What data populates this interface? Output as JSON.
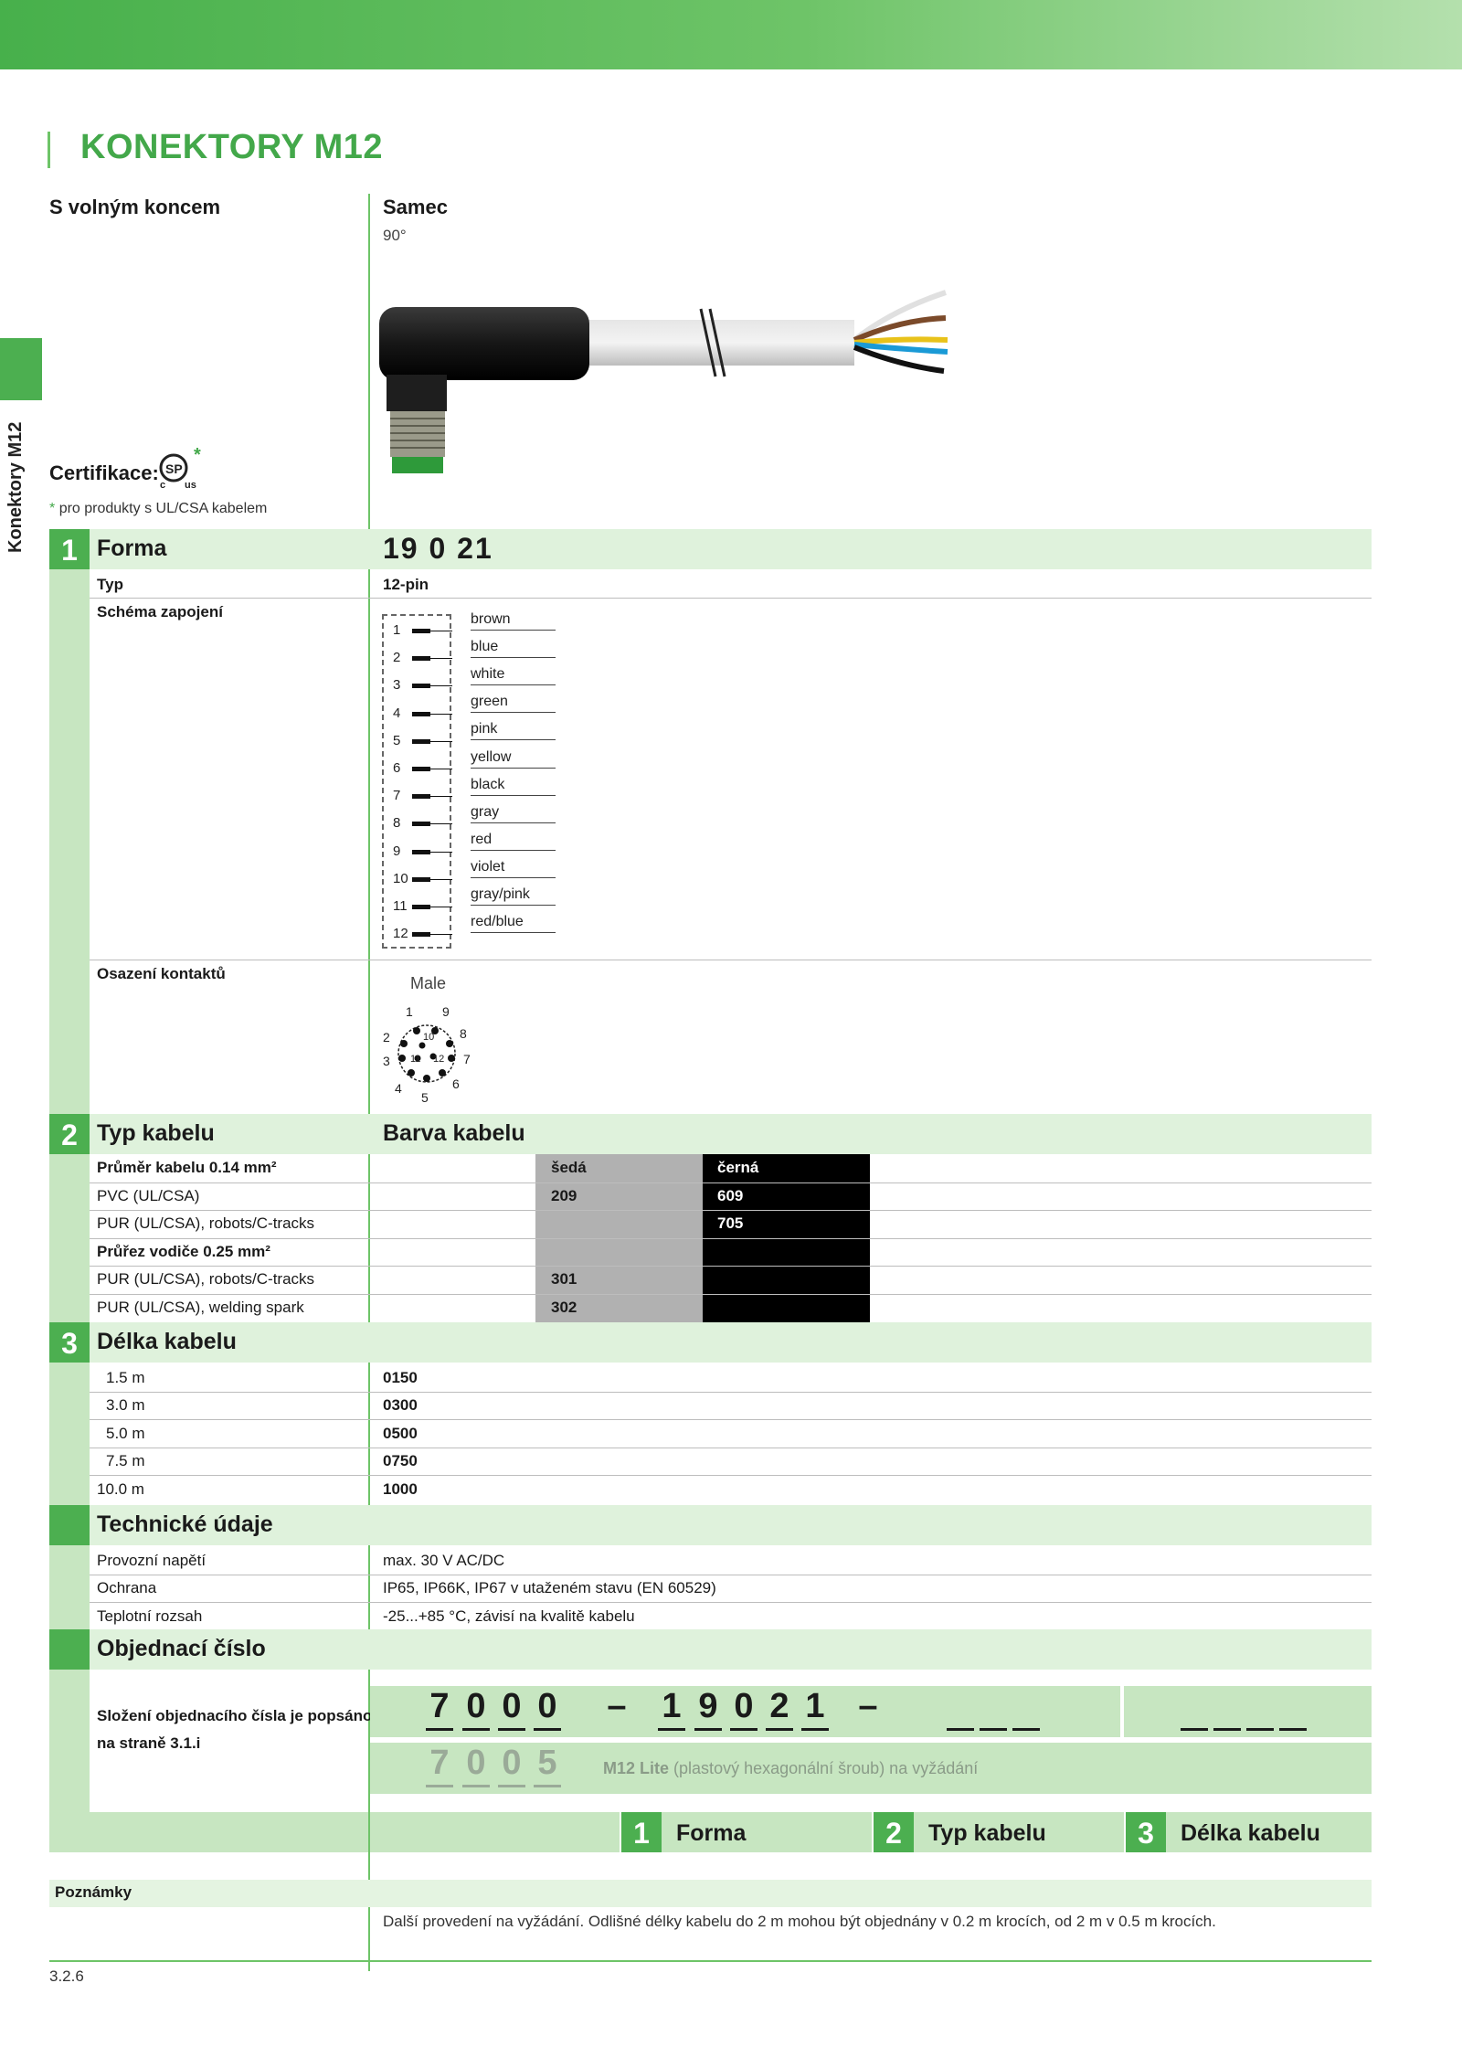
{
  "header": {
    "title": "KONEKTORY M12",
    "side_tab": "Konektory M12"
  },
  "left_col": {
    "subtitle": "S volným koncem",
    "cert_label": "Certifikace:",
    "cert_note": "pro produkty s UL/CSA kabelem",
    "cert_star": "*"
  },
  "product": {
    "gender": "Samec",
    "angle": "90°"
  },
  "section1": {
    "num": "1",
    "title": "Forma",
    "code": "19 0 21",
    "typ_label": "Typ",
    "typ_value": "12-pin",
    "schema_label": "Schéma zapojení",
    "osazeni_label": "Osazení kontaktů",
    "male_label": "Male",
    "pins": [
      "1",
      "2",
      "3",
      "4",
      "5",
      "6",
      "7",
      "8",
      "9",
      "10",
      "11",
      "12"
    ],
    "wires": [
      "brown",
      "blue",
      "white",
      "green",
      "pink",
      "yellow",
      "black",
      "gray",
      "red",
      "violet",
      "gray/pink",
      "red/blue"
    ],
    "face_pins": [
      "1",
      "9",
      "2",
      "8",
      "3",
      "7",
      "4",
      "6",
      "5",
      "10",
      "11",
      "12"
    ]
  },
  "section2": {
    "num": "2",
    "title": "Typ kabelu",
    "color_title": "Barva kabelu",
    "col_grey": "šedá",
    "col_black": "černá",
    "rows": [
      {
        "label": "Průměr kabelu 0.14 mm²",
        "bold": true,
        "grey": "šedá",
        "black": "černá"
      },
      {
        "label": "PVC (UL/CSA)",
        "bold": false,
        "grey": "209",
        "black": "609"
      },
      {
        "label": "PUR (UL/CSA), robots/C-tracks",
        "bold": false,
        "grey": "",
        "black": "705"
      },
      {
        "label": "Průřez vodiče 0.25 mm²",
        "bold": true,
        "grey": "",
        "black": ""
      },
      {
        "label": "PUR (UL/CSA), robots/C-tracks",
        "bold": false,
        "grey": "301",
        "black": ""
      },
      {
        "label": "PUR (UL/CSA), welding spark",
        "bold": false,
        "grey": "302",
        "black": ""
      }
    ]
  },
  "section3": {
    "num": "3",
    "title": "Délka kabelu",
    "rows": [
      {
        "len": "1.5 m",
        "code": "0150"
      },
      {
        "len": "3.0 m",
        "code": "0300"
      },
      {
        "len": "5.0 m",
        "code": "0500"
      },
      {
        "len": "7.5 m",
        "code": "0750"
      },
      {
        "len": "10.0 m",
        "code": "1000"
      }
    ]
  },
  "tech": {
    "title": "Technické údaje",
    "rows": [
      {
        "k": "Provozní napětí",
        "v": "max. 30 V AC/DC"
      },
      {
        "k": "Ochrana",
        "v": "IP65, IP66K, IP67 v utaženém stavu (EN 60529)"
      },
      {
        "k": "Teplotní rozsah",
        "v": "-25...+85 °C, závisí na kvalitě kabelu"
      }
    ]
  },
  "order": {
    "title": "Objednací číslo",
    "desc_line1": "Složení objednacího čísla je popsáno",
    "desc_line2": "na straně 3.1.i",
    "prefix": [
      "7",
      "0",
      "0",
      "0"
    ],
    "code": [
      "1",
      "9",
      "0",
      "2",
      "1"
    ],
    "dash": "–",
    "prefix_lite": [
      "7",
      "0",
      "0",
      "5"
    ],
    "lite_bold": "M12 Lite",
    "lite_text": "(plastový hexagonální šroub) na vyžádání",
    "tabs": [
      {
        "num": "1",
        "label": "Forma"
      },
      {
        "num": "2",
        "label": "Typ kabelu"
      },
      {
        "num": "3",
        "label": "Délka kabelu"
      }
    ]
  },
  "notes": {
    "title": "Poznámky",
    "text": "Další provedení na vyžádání. Odlišné délky kabelu do 2 m mohou být objednány v 0.2 m krocích, od 2 m v 0.5 m krocích."
  },
  "footer": {
    "page": "3.2.6"
  },
  "colors": {
    "green": "#4caf50",
    "title_green": "#43a84a",
    "band": "#dff2dc",
    "strip": "#c7e6c1"
  }
}
